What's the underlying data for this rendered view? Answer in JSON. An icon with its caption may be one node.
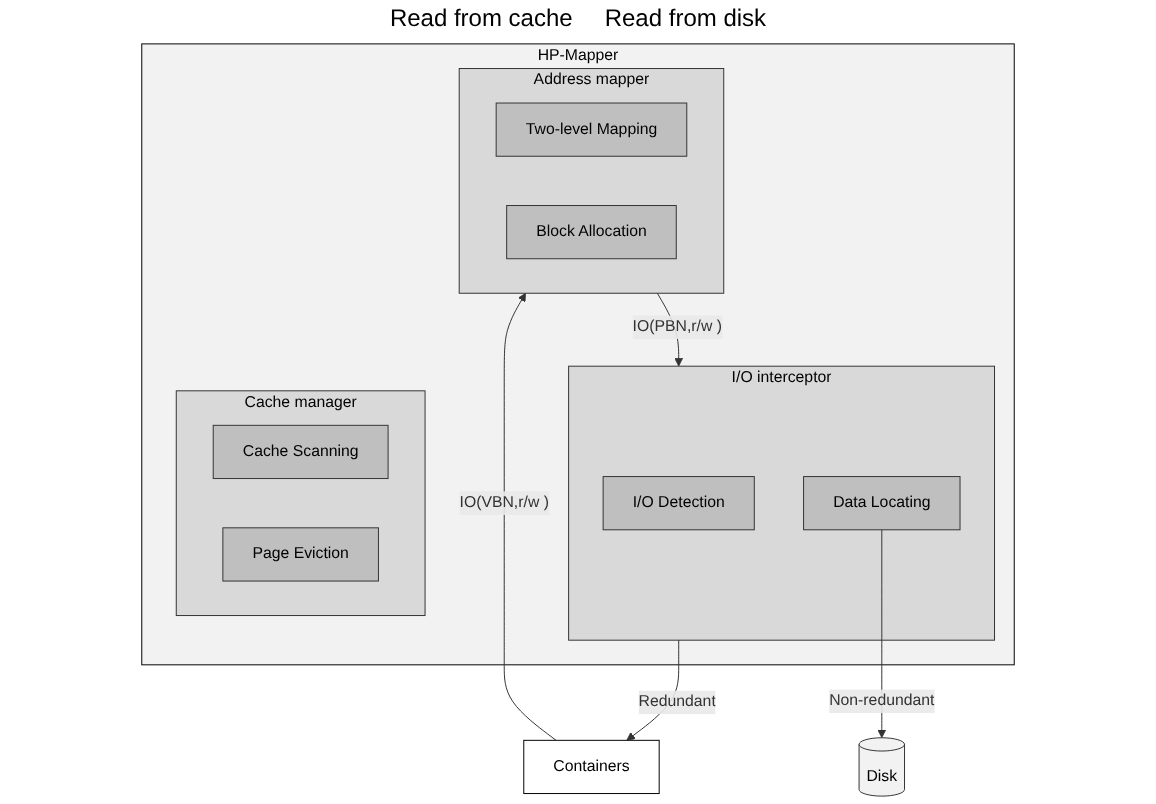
{
  "diagram": {
    "nodes": [
      {
        "text": [
          "Containers"
        ]
      },
      {
        "text": [
          "HP-Mapper"
        ]
      },
      {
        "text": [
          "Address mapper"
        ],
        "in": 1
      },
      {
        "text": [
          "Two-level Mapping"
        ],
        "in": 2
      },
      {
        "text": [
          "Block Allocation"
        ],
        "in": 2
      },
      {
        "text": [
          "I/O interceptor"
        ],
        "in": 1
      },
      {
        "text": [
          "I/O Detection"
        ],
        "in": 5
      },
      {
        "text": [
          "Data Locating"
        ],
        "in": 5
      },
      {
        "text": [
          "Cache manager"
        ],
        "in": 1
      },
      {
        "text": [
          "Cache Scanning"
        ],
        "in": 8
      },
      {
        "text": [
          "Page Eviction"
        ],
        "in": 8
      },
      {
        "text": [
          "Disk"
        ]
      }
    ],
    "edges": [
      {
        "from": 0,
        "to": 2,
        "arrow": "to",
        "label": "IO(VBN,r/w )"
      },
      {
        "from": 2,
        "to": 5,
        "arrow": "to",
        "label": "IO(PBN,r/w )"
      },
      {
        "from": 5,
        "to": 0,
        "arrow": "to",
        "label": "Redundant"
      },
      {
        "from": 7,
        "to": 11,
        "arrow": "to",
        "label": "Non-redundant"
      }
    ],
    "labels": [
      "Read from cache",
      "Read from disk"
    ]
  }
}
